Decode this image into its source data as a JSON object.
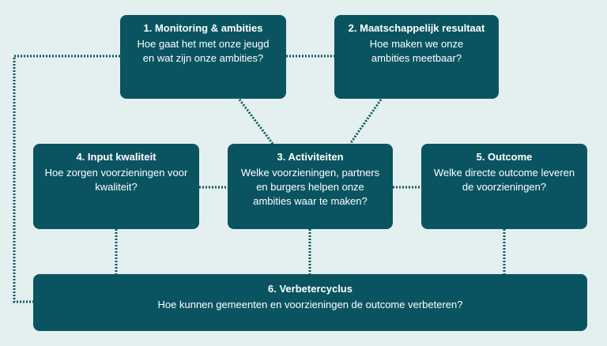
{
  "boxes": {
    "monitoring": {
      "title": "1. Monitoring & ambities",
      "lines": [
        "Hoe gaat het met onze jeugd",
        "en wat zijn onze ambities?"
      ]
    },
    "resultaat": {
      "title": "2. Maatschappelijk resultaat",
      "lines": [
        "Hoe maken we onze",
        "ambities meetbaar?"
      ]
    },
    "activiteiten": {
      "title": "3. Activiteiten",
      "lines": [
        "Welke voorzieningen, partners",
        "en burgers helpen onze",
        "ambities waar te maken?"
      ]
    },
    "input": {
      "title": "4. Input kwaliteit",
      "lines": [
        "Hoe zorgen voorzieningen voor",
        "kwaliteit?"
      ]
    },
    "outcome": {
      "title": "5. Outcome",
      "lines": [
        "Welke directe outcome leveren",
        "de voorzieningen?"
      ]
    },
    "verbetercyclus": {
      "title": "6. Verbetercyclus",
      "lines": [
        "Hoe kunnen gemeenten en voorzieningen de outcome verbeteren?"
      ]
    }
  },
  "colors": {
    "background": "#e3f0ef",
    "box": "#0a5461",
    "text": "#ffffff",
    "connector": "#0a5461"
  }
}
